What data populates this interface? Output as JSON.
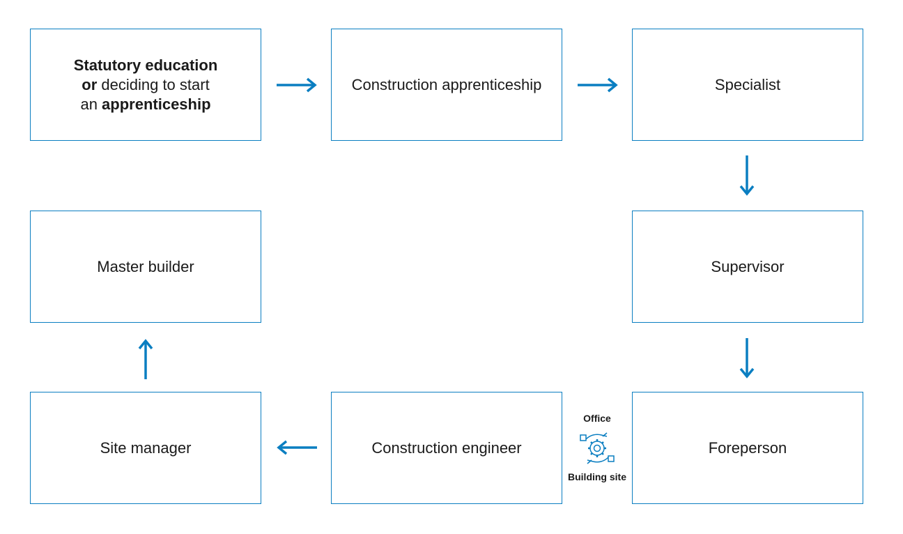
{
  "colors": {
    "accent": "#0a7ec1",
    "text": "#1a1a1a",
    "border": "#0a7ec1"
  },
  "steps": {
    "start": {
      "line1_bold": "Statutory education",
      "line2_bold": "or",
      "line2_rest": " deciding to start",
      "line3_pre": "an ",
      "line3_bold": "apprenticeship"
    },
    "apprenticeship": "Construction apprenticeship",
    "specialist": "Specialist",
    "supervisor": "Supervisor",
    "foreperson": "Foreperson",
    "engineer": "Construction engineer",
    "site_manager": "Site manager",
    "master_builder": "Master builder"
  },
  "switch": {
    "top_label": "Office",
    "bottom_label": "Building site",
    "icon": "office-site-exchange-icon"
  }
}
